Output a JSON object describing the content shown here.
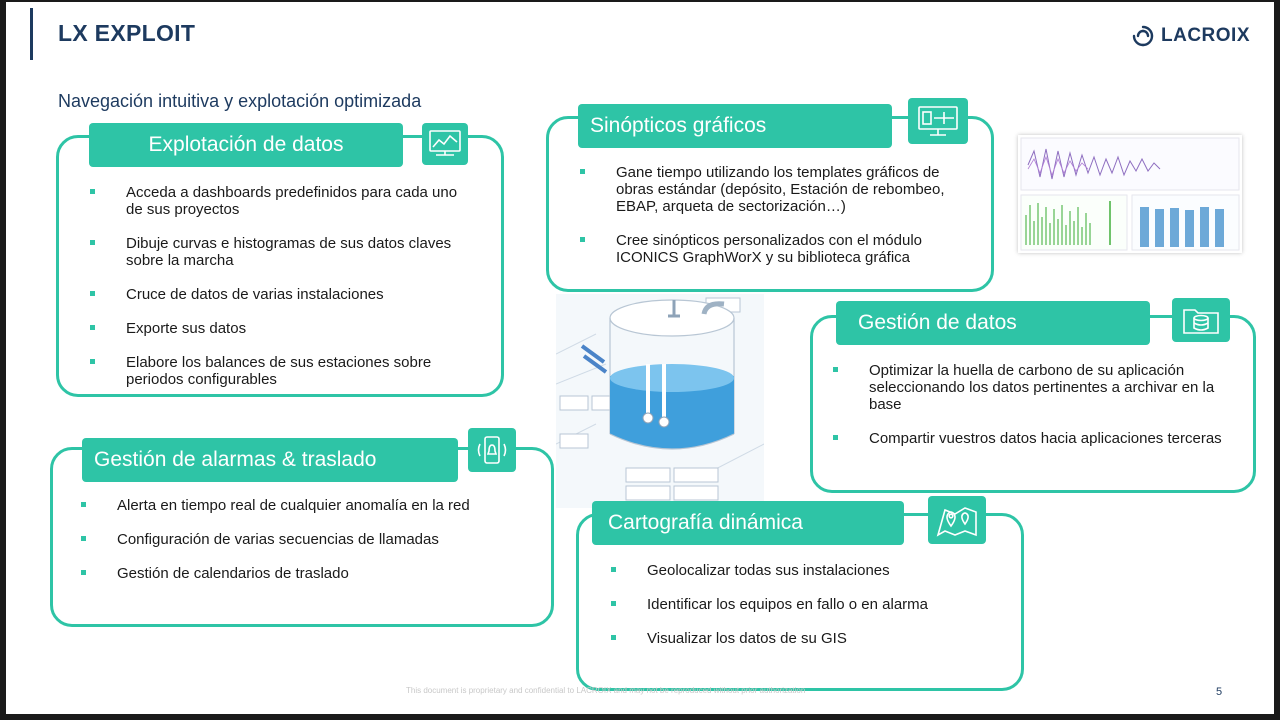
{
  "header": {
    "title": "LX EXPLOIT",
    "logo_text": "LACROIX",
    "subtitle": "Navegación intuitiva y explotación optimizada"
  },
  "panels": {
    "explotacion": {
      "title": "Explotación de datos",
      "items": [
        "Acceda a dashboards predefinidos para cada uno de sus proyectos",
        "Dibuje curvas e histogramas de sus datos claves sobre la marcha",
        "Cruce de datos de varias instalaciones",
        "Exporte sus datos",
        "Elabore los balances de sus estaciones sobre periodos configurables"
      ]
    },
    "sinopticos": {
      "title": "Sinópticos gráficos",
      "items": [
        "Gane tiempo utilizando los templates gráficos de obras estándar (depósito, Estación de rebombeo, EBAP, arqueta de sectorización…)",
        "Cree sinópticos personalizados con el módulo ICONICS GraphWorX y su biblioteca gráfica"
      ]
    },
    "gestion_datos": {
      "title": "Gestión de datos",
      "items": [
        "Optimizar la huella de carbono de su aplicación seleccionando los datos pertinentes a archivar en la base",
        "Compartir vuestros datos hacia aplicaciones terceras"
      ]
    },
    "alarmas": {
      "title": "Gestión de alarmas & traslado",
      "items": [
        "Alerta en tiempo real de cualquier anomalía en la red",
        "Configuración de varias secuencias de llamadas",
        "Gestión de calendarios de traslado"
      ]
    },
    "cartografia": {
      "title": "Cartografía dinámica",
      "items": [
        "Geolocalizar todas sus instalaciones",
        "Identificar los equipos en fallo o en alarma",
        "Visualizar los datos de su GIS"
      ]
    }
  },
  "footer": {
    "note": "This document is proprietary and confidential to LACROIX and may not be reproduced without prior authorization",
    "page_number": "5"
  },
  "icons": {
    "explotacion": "dashboard-chart-icon",
    "sinopticos": "monitor-synoptic-icon",
    "gestion_datos": "database-folder-icon",
    "alarmas": "phone-alarm-icon",
    "cartografia": "map-pin-icon"
  },
  "colors": {
    "accent": "#2ec4a6",
    "navy": "#1d3a5f"
  }
}
